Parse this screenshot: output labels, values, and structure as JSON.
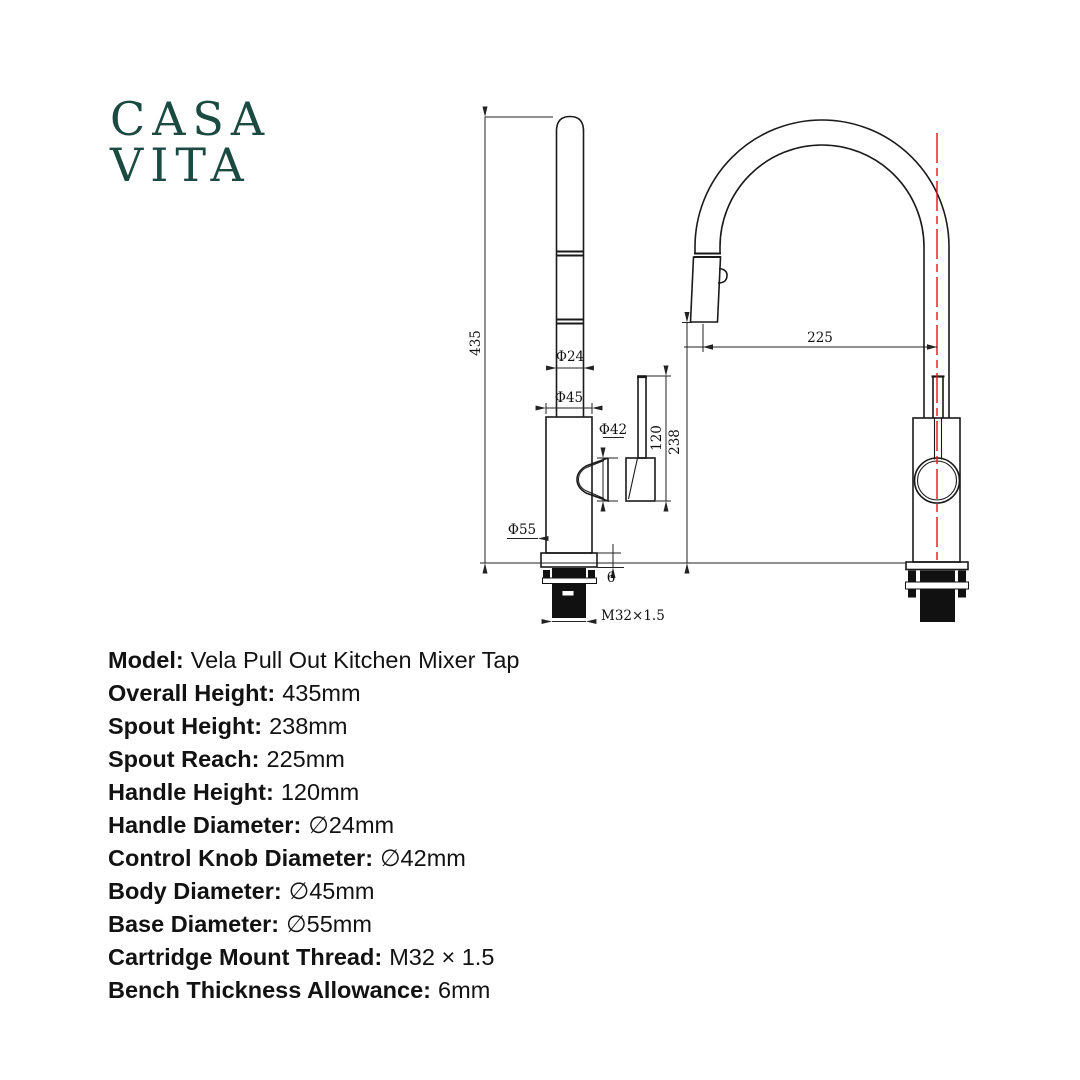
{
  "brand": {
    "line1": "CASA",
    "line2": "VITA"
  },
  "colors": {
    "logo": "#1b4a41",
    "line": "#1a1a1a",
    "centerline": "#f20d0d"
  },
  "drawing": {
    "overall_height": "435",
    "wand_diameter": "Φ24",
    "body_diameter": "Φ45",
    "knob_diameter": "Φ42",
    "base_diameter": "Φ55",
    "handle_height": "120",
    "spout_height": "238",
    "spout_reach": "225",
    "bench_allowance": "6",
    "thread": "M32×1.5"
  },
  "specs": [
    {
      "label": "Model:",
      "value": "Vela Pull Out Kitchen Mixer Tap"
    },
    {
      "label": "Overall Height:",
      "value": "435mm"
    },
    {
      "label": "Spout Height:",
      "value": "238mm"
    },
    {
      "label": "Spout Reach:",
      "value": "225mm"
    },
    {
      "label": "Handle Height:",
      "value": "120mm"
    },
    {
      "label": "Handle Diameter:",
      "value": "∅24mm"
    },
    {
      "label": "Control Knob Diameter:",
      "value": "∅42mm"
    },
    {
      "label": "Body Diameter:",
      "value": "∅45mm"
    },
    {
      "label": "Base Diameter:",
      "value": "∅55mm"
    },
    {
      "label": "Cartridge Mount Thread:",
      "value": "M32 × 1.5"
    },
    {
      "label": "Bench Thickness Allowance:",
      "value": "6mm"
    }
  ]
}
